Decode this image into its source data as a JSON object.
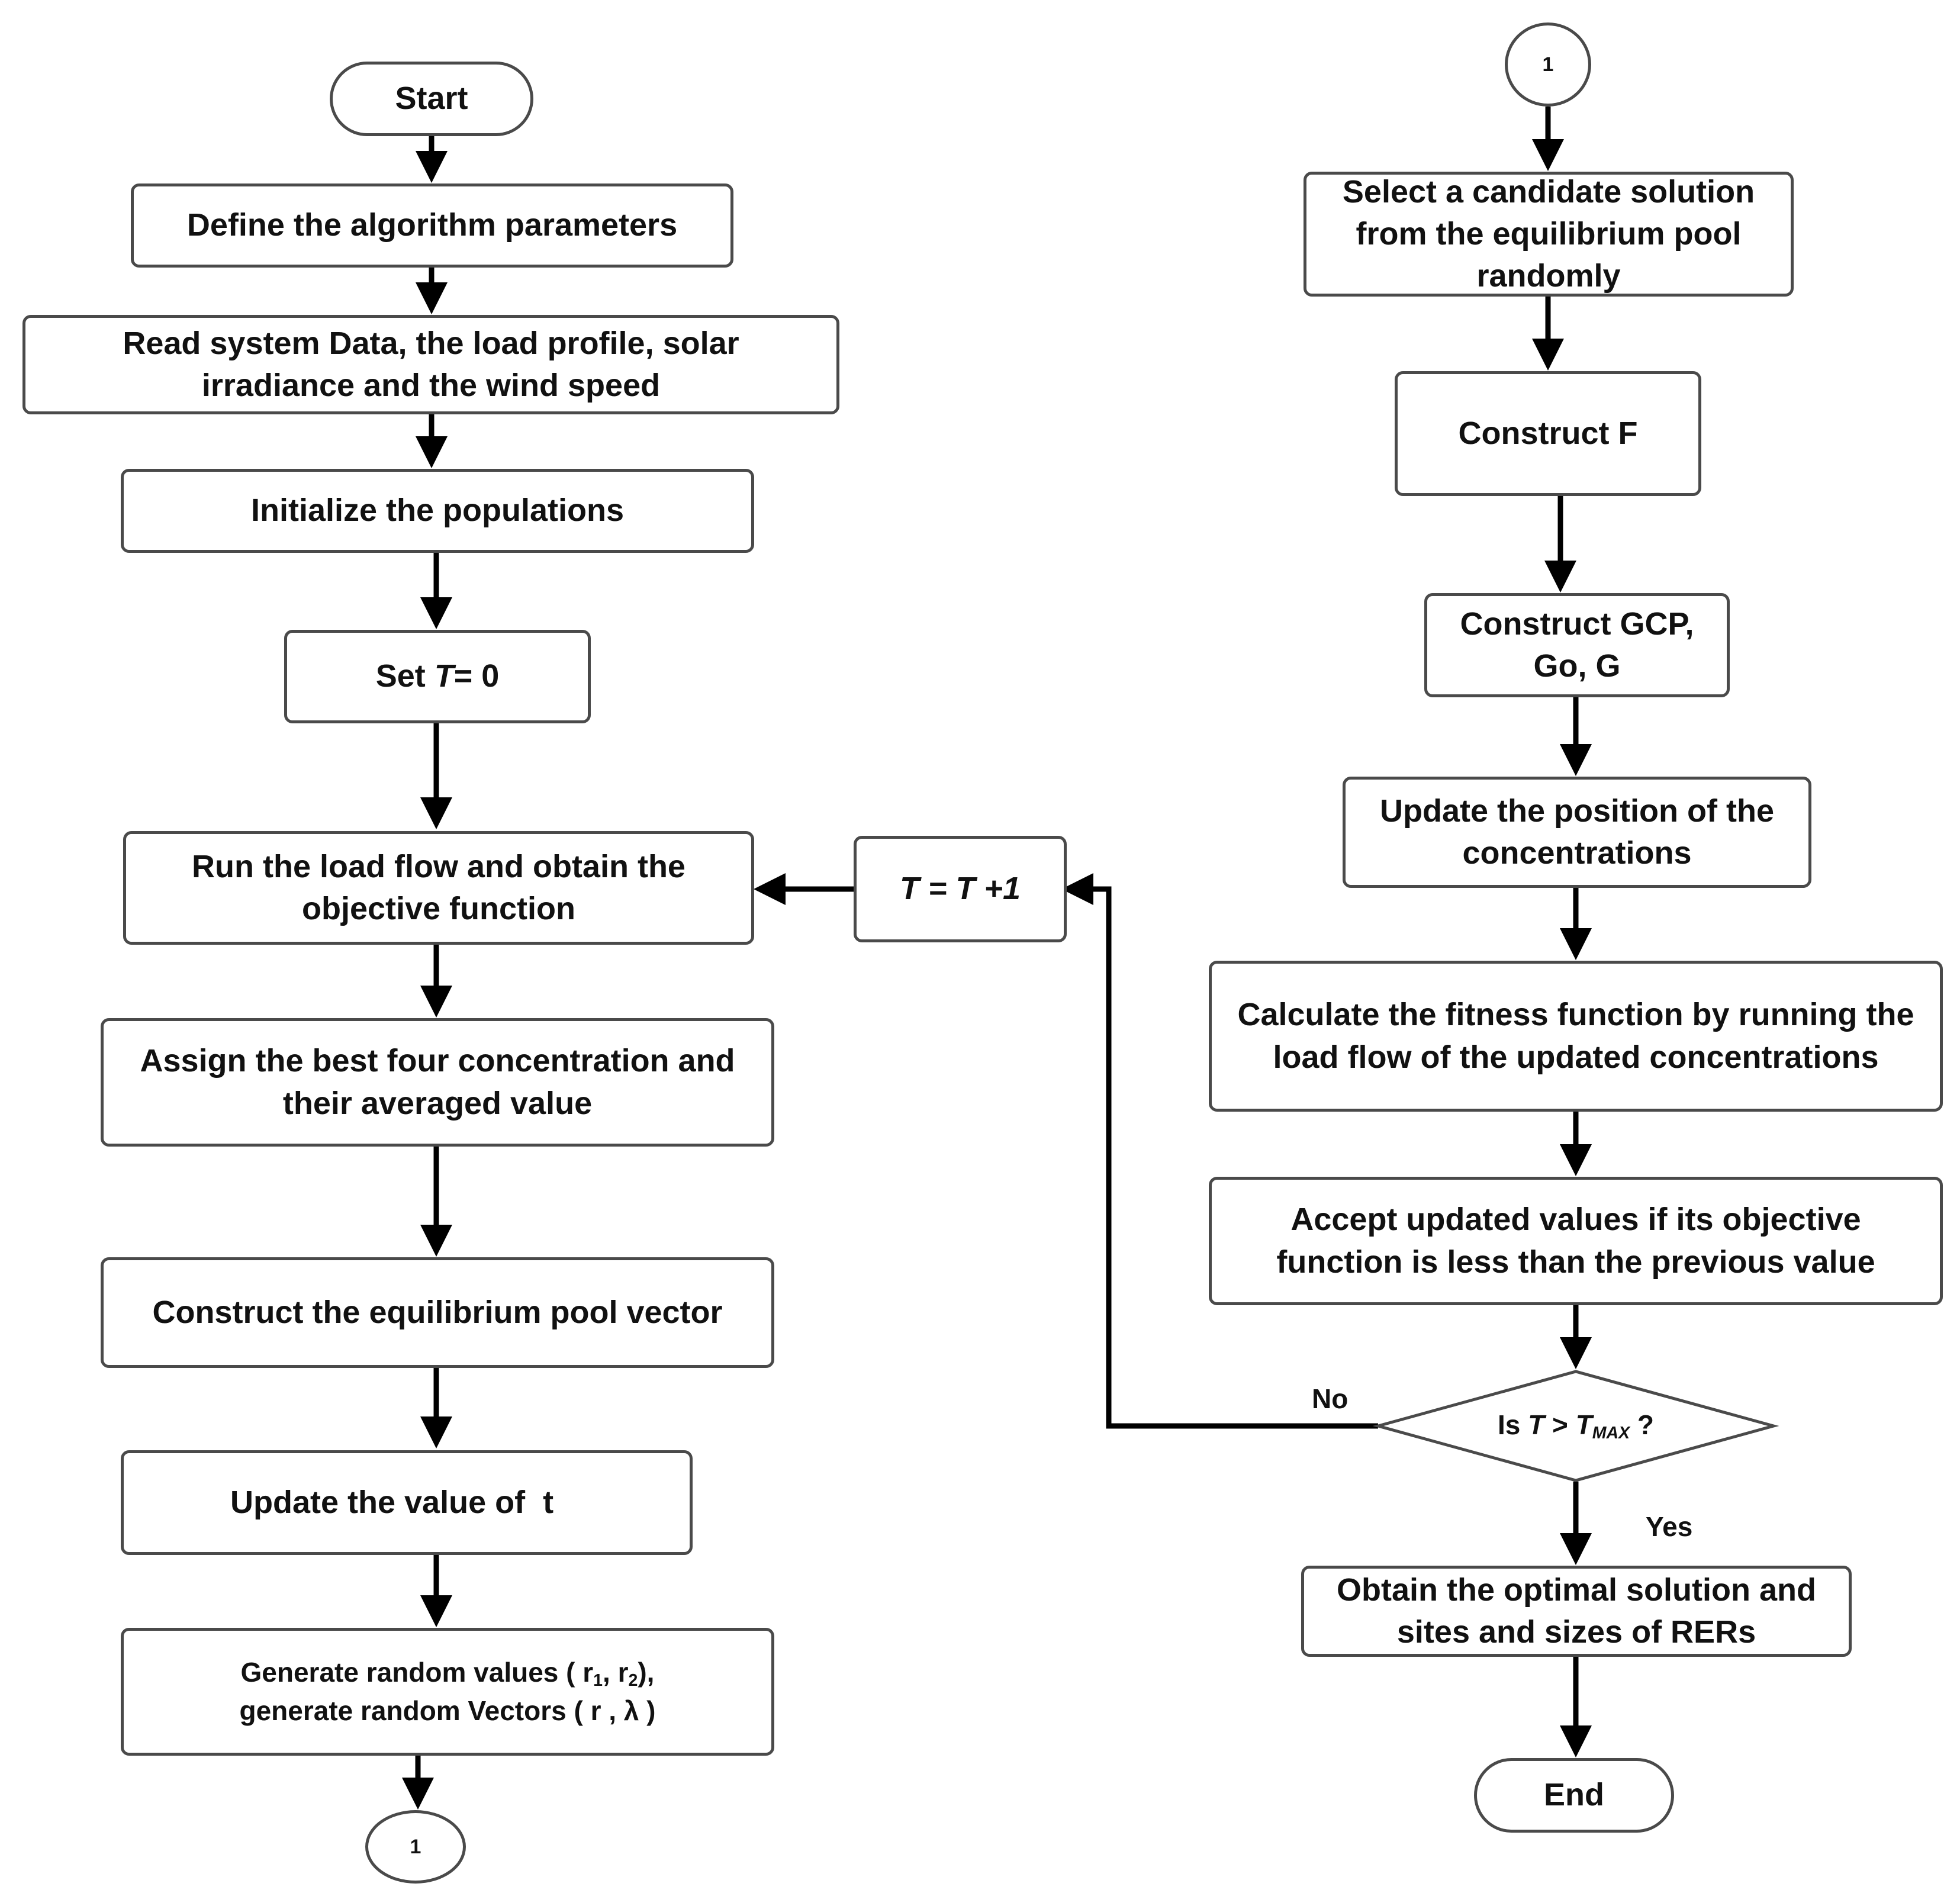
{
  "flowchart": {
    "start": "Start",
    "define": "Define the algorithm parameters",
    "read": "Read system Data, the load profile, solar irradiance and the wind speed",
    "init": "Initialize the populations",
    "set_t": {
      "prefix": "Set ",
      "var": "T",
      "suffix": "= 0"
    },
    "run": "Run the load flow and obtain the objective function",
    "assign": "Assign the best four concentration  and their averaged value",
    "pool": "Construct the equilibrium pool vector",
    "update_t": "Update the value of  t",
    "generate": {
      "line1_prefix": "Generate random values ( r",
      "sub1": "1",
      "sep": ", r",
      "sub2": "2",
      "line1_suffix": "),",
      "line2": "generate random Vectors ( r , λ )"
    },
    "connector_bottom": "1",
    "connector_top": "1",
    "select": "Select a candidate solution from the equilibrium pool randomly",
    "construct_f": "Construct F",
    "construct_gcp": "Construct GCP, Go, G",
    "update_pos": "Update the position of the concentrations",
    "calc": "Calculate the fitness function  by running the load flow of the updated concentrations",
    "accept": "Accept updated values if its objective function is less than the previous value",
    "decision": {
      "prefix": "Is ",
      "var": "T",
      "op": " > ",
      "tvar": "T",
      "sub": "MAX",
      "suffix": " ?"
    },
    "increment": "T = T +1",
    "no_label": "No",
    "yes_label": "Yes",
    "obtain": "Obtain the optimal solution and sites and sizes of RERs",
    "end": "End"
  }
}
